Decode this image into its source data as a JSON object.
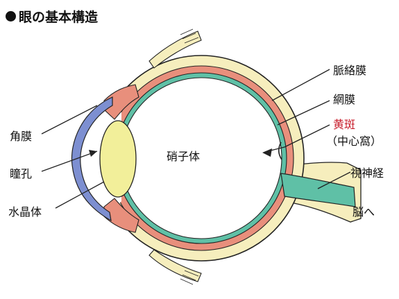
{
  "title": "眼の基本構造",
  "labels": {
    "cornea": "角膜",
    "pupil": "瞳孔",
    "lens": "水晶体",
    "vitreous": "硝子体",
    "choroid": "脈絡膜",
    "retina": "網膜",
    "macula": "黄斑",
    "fovea": "（中心窩）",
    "optic_nerve": "視神経",
    "to_brain": "脳へ"
  },
  "colors": {
    "sclera": "#f6eebd",
    "choroid": "#e88f7c",
    "retina": "#5fc0a6",
    "cornea": "#7d8fd1",
    "lens": "#f2ef9a",
    "outline": "#222222",
    "highlight_label": "#c81e2c"
  }
}
